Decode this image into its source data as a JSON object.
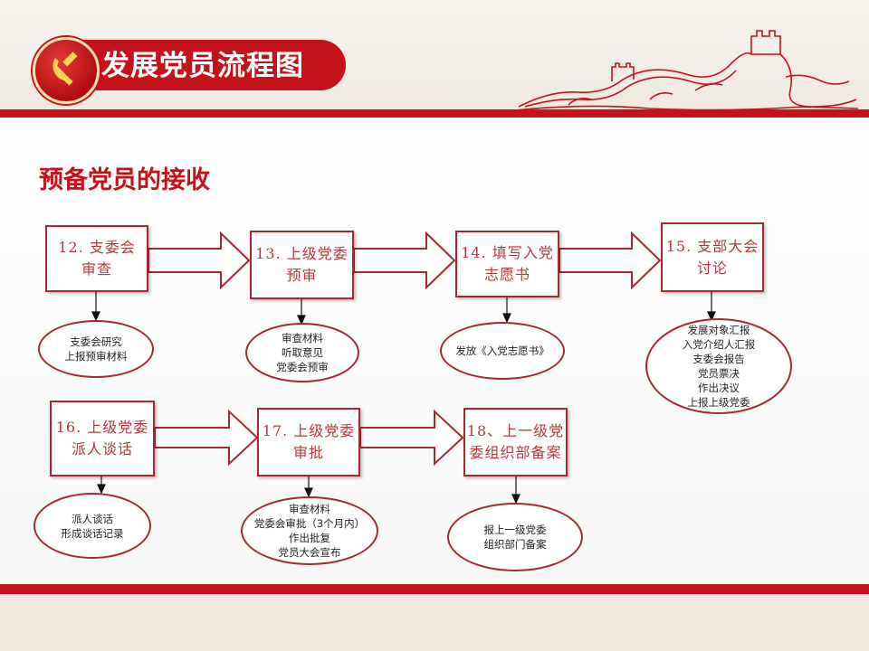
{
  "header": {
    "title": "发展党员流程图",
    "emblem_icon": "hammer-sickle-icon",
    "decoration_icon": "great-wall-icon"
  },
  "section_title": "预备党员的接收",
  "steps": [
    {
      "label": "12. 支委会\n审查",
      "note": "支委会研究\n上报预审材料"
    },
    {
      "label": "13. 上级党委\n预审",
      "note": "审查材料\n听取意见\n党委会预审"
    },
    {
      "label": "14. 填写入党\n志愿书",
      "note": "发放《入党志愿书》"
    },
    {
      "label": "15. 支部大会\n讨论",
      "note": "发展对象汇报\n入党介绍人汇报\n支委会报告\n党员票决\n作出决议\n上报上级党委"
    },
    {
      "label": "16. 上级党委\n派人谈话",
      "note": "派人谈话\n形成谈话记录"
    },
    {
      "label": "17. 上级党委\n审批",
      "note": "审查材料\n党委会审批（3个月内）\n作出批复\n党员大会宣布"
    },
    {
      "label": "18、上一级党\n委组织部备案",
      "note": "报上一级党委\n组织部门备案"
    }
  ],
  "colors": {
    "brand_red": "#c4121a",
    "outline_red": "#a8282d",
    "box_text": "#b33a3a"
  }
}
